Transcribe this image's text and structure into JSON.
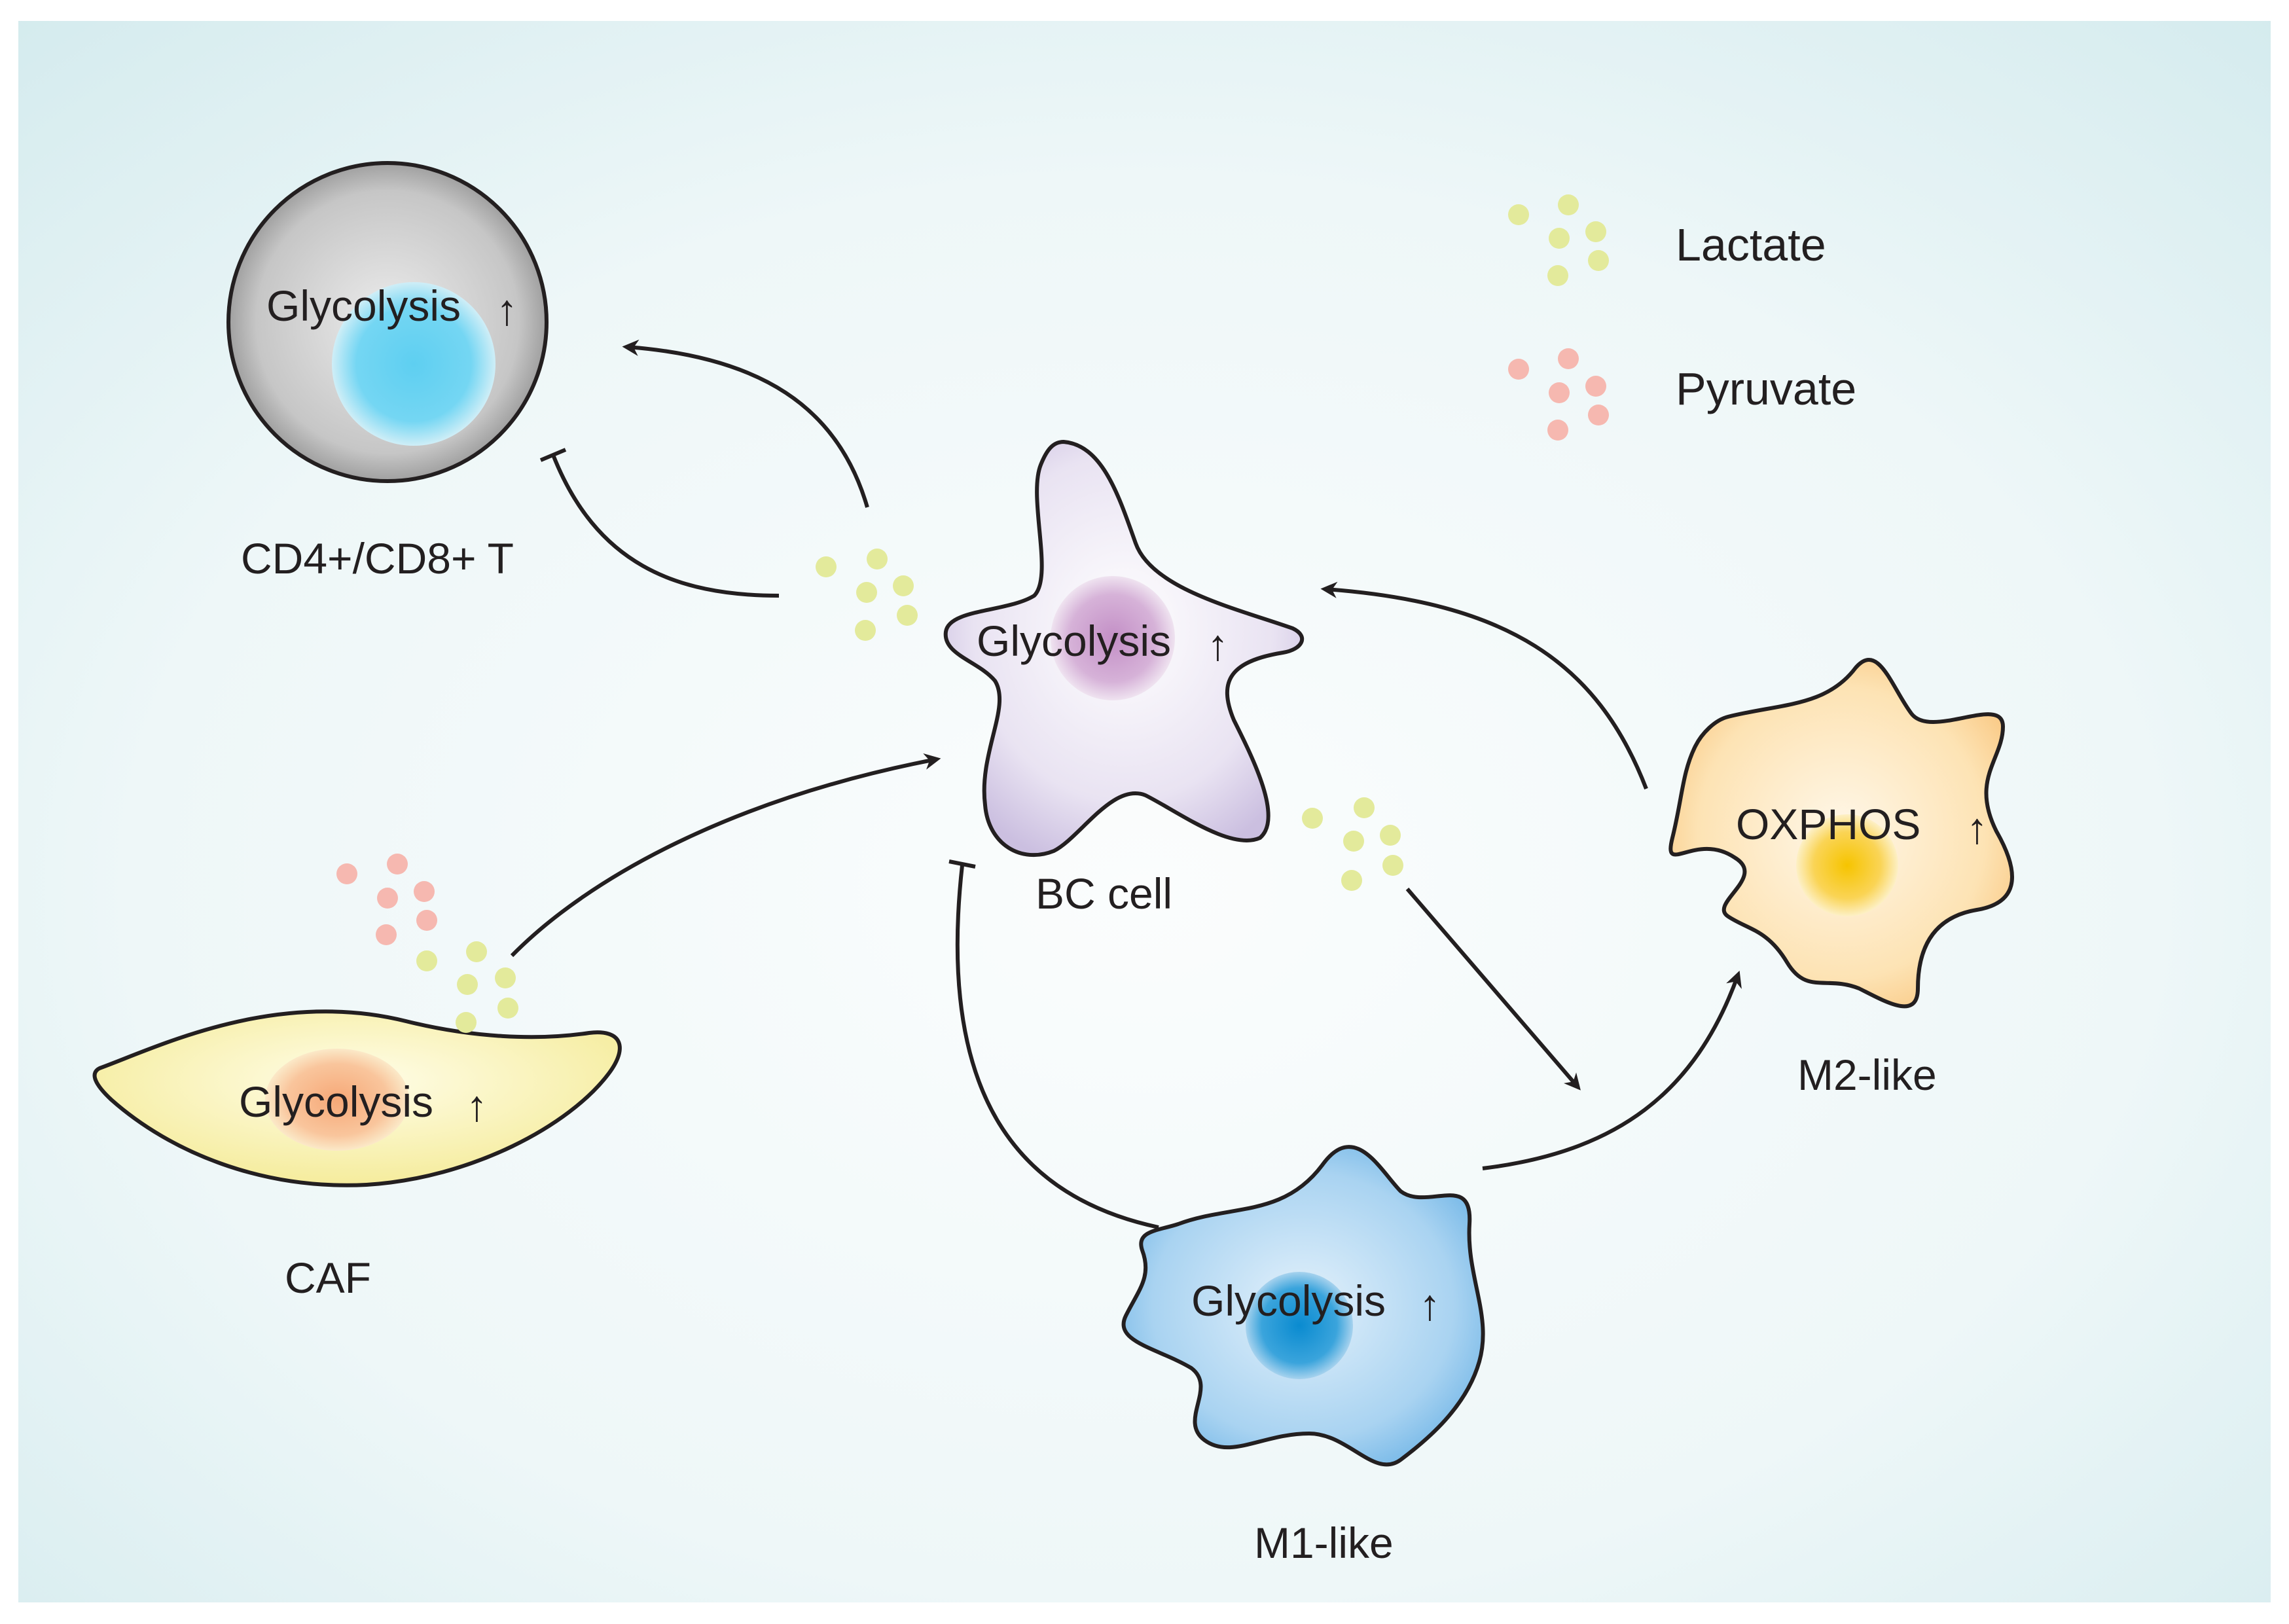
{
  "legend": {
    "lactate": "Lactate",
    "pyruvate": "Pyruvate"
  },
  "cells": {
    "t_cell": {
      "label": "CD4+/CD8+ T",
      "state": "Glycolysis"
    },
    "bc_cell": {
      "label": "BC cell",
      "state": "Glycolysis"
    },
    "caf": {
      "label": "CAF",
      "state": "Glycolysis"
    },
    "m1": {
      "label": "M1-like",
      "state": "Glycolysis"
    },
    "m2": {
      "label": "M2-like",
      "state": "OXPHOS"
    }
  },
  "colors": {
    "background_outer": "#d6ecef",
    "background_inner": "#f7fbfb",
    "lactate": "#e3ea9b",
    "pyruvate": "#f6b8b0",
    "t_cell_fill": "#8d8d8d",
    "t_cell_nucleus": "#5fd0f0",
    "bc_cell_fill": "#d7cde8",
    "bc_cell_nucleus": "#c79ccb",
    "caf_fill": "#f8f2b0",
    "caf_nucleus": "#f7b98a",
    "m1_fill": "#8ec4ec",
    "m1_nucleus": "#0b8fd2",
    "m2_fill": "#fbd9a1",
    "m2_nucleus": "#f8c600",
    "arrow": "#231f20"
  }
}
